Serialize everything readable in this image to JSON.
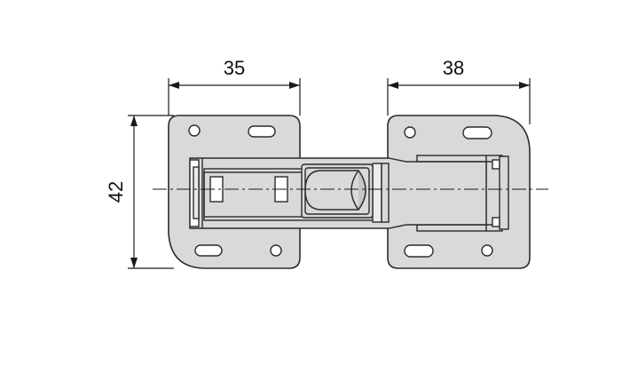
{
  "drawing": {
    "dimensions": {
      "left_width": "35",
      "right_width": "38",
      "height": "42"
    },
    "colors": {
      "plate_fill": "#d9d9dc",
      "plate_stroke": "#2b2b2b",
      "line": "#1a1a1a",
      "background": "#ffffff"
    }
  }
}
